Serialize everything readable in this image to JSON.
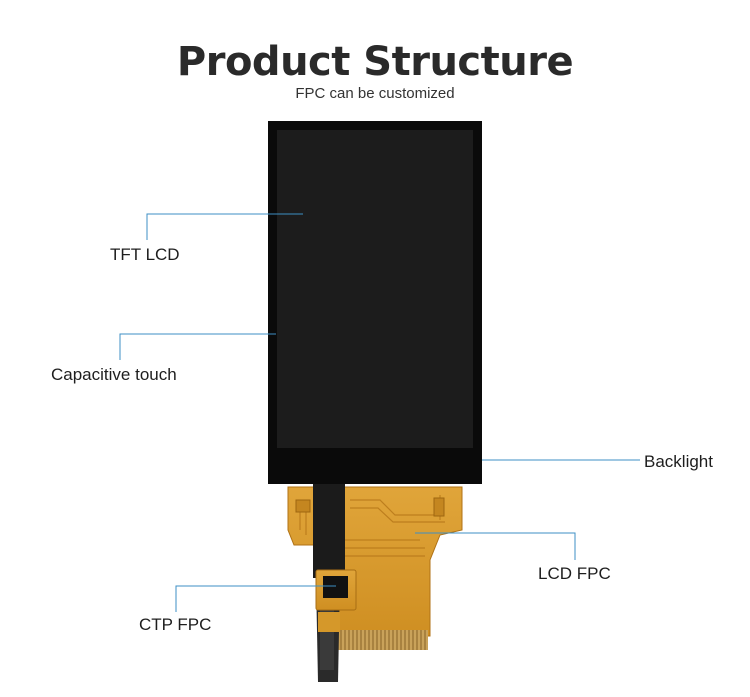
{
  "header": {
    "title": "Product Structure",
    "subtitle": "FPC can be customized"
  },
  "labels": {
    "tft_lcd": "TFT LCD",
    "capacitive_touch": "Capacitive touch",
    "backlight": "Backlight",
    "lcd_fpc": "LCD FPC",
    "ctp_fpc": "CTP FPC"
  },
  "colors": {
    "leader_line": "#3d8fc4",
    "bezel": "#0a0a0a",
    "screen": "#1c1c1c",
    "fpc": "#d99a2b",
    "fpc_dark": "#b87a18",
    "ribbon": "#1a1a1a"
  }
}
